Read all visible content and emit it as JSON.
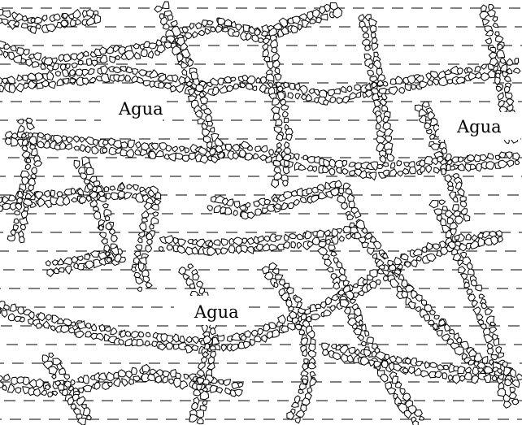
{
  "labels": {
    "water_1": "Agua",
    "water_2": "Agua",
    "water_3": "Agua"
  },
  "colors": {
    "background": "#ffffff",
    "ink": "#000000"
  },
  "pattern": {
    "water_symbol": "horizontal-dashes",
    "grain_symbol": "angular-particle-chains"
  }
}
